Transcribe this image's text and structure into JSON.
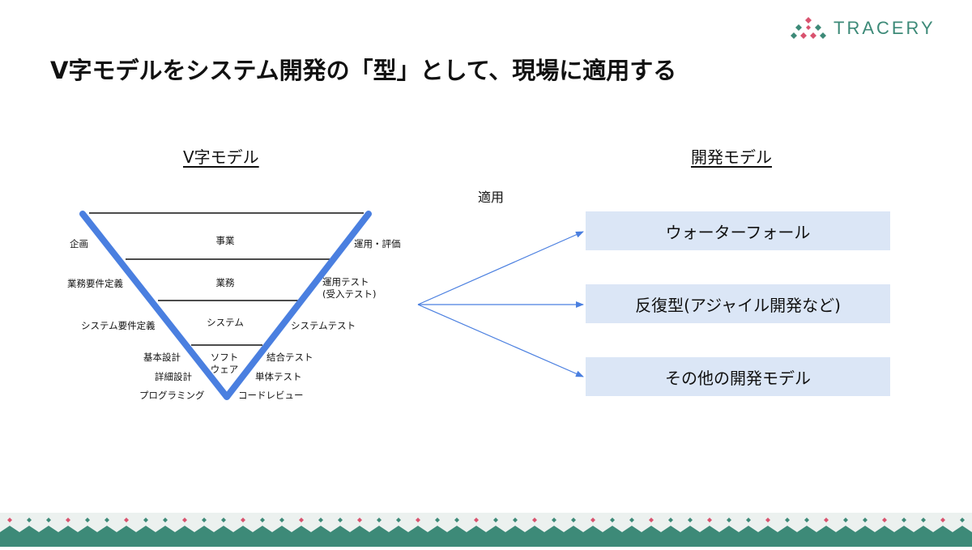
{
  "slide": {
    "title": "V字モデルをシステム開発の「型」として、現場に適用する"
  },
  "logo": {
    "text": "TRACERY",
    "brand_color": "#3d8a78",
    "accent_color": "#d9536f"
  },
  "vmodel": {
    "heading": "V字モデル",
    "stroke_color": "#4a7fe0",
    "levels": [
      {
        "left": "企画",
        "center": "事業",
        "right": "運用・評価"
      },
      {
        "left": "業務要件定義",
        "center": "業務",
        "right": "運用テスト\n(受入テスト)"
      },
      {
        "left": "システム要件定義",
        "center": "システム",
        "right": "システムテスト"
      },
      {
        "left": "基本設計",
        "center": "ソフト\nウェア",
        "right": "結合テスト"
      },
      {
        "left": "詳細設計",
        "right": "単体テスト"
      },
      {
        "left": "プログラミング",
        "right": "コードレビュー"
      }
    ]
  },
  "apply": {
    "label": "適用",
    "arrow_color": "#4a7fe0"
  },
  "dev_models": {
    "heading": "開発モデル",
    "box_color": "#dbe6f6",
    "items": [
      "ウォーターフォール",
      "反復型(アジャイル開発など)",
      "その他の開発モデル"
    ]
  },
  "footer": {
    "pattern_colors": [
      "#3d8a78",
      "#d9536f",
      "#ecf1ef"
    ]
  }
}
